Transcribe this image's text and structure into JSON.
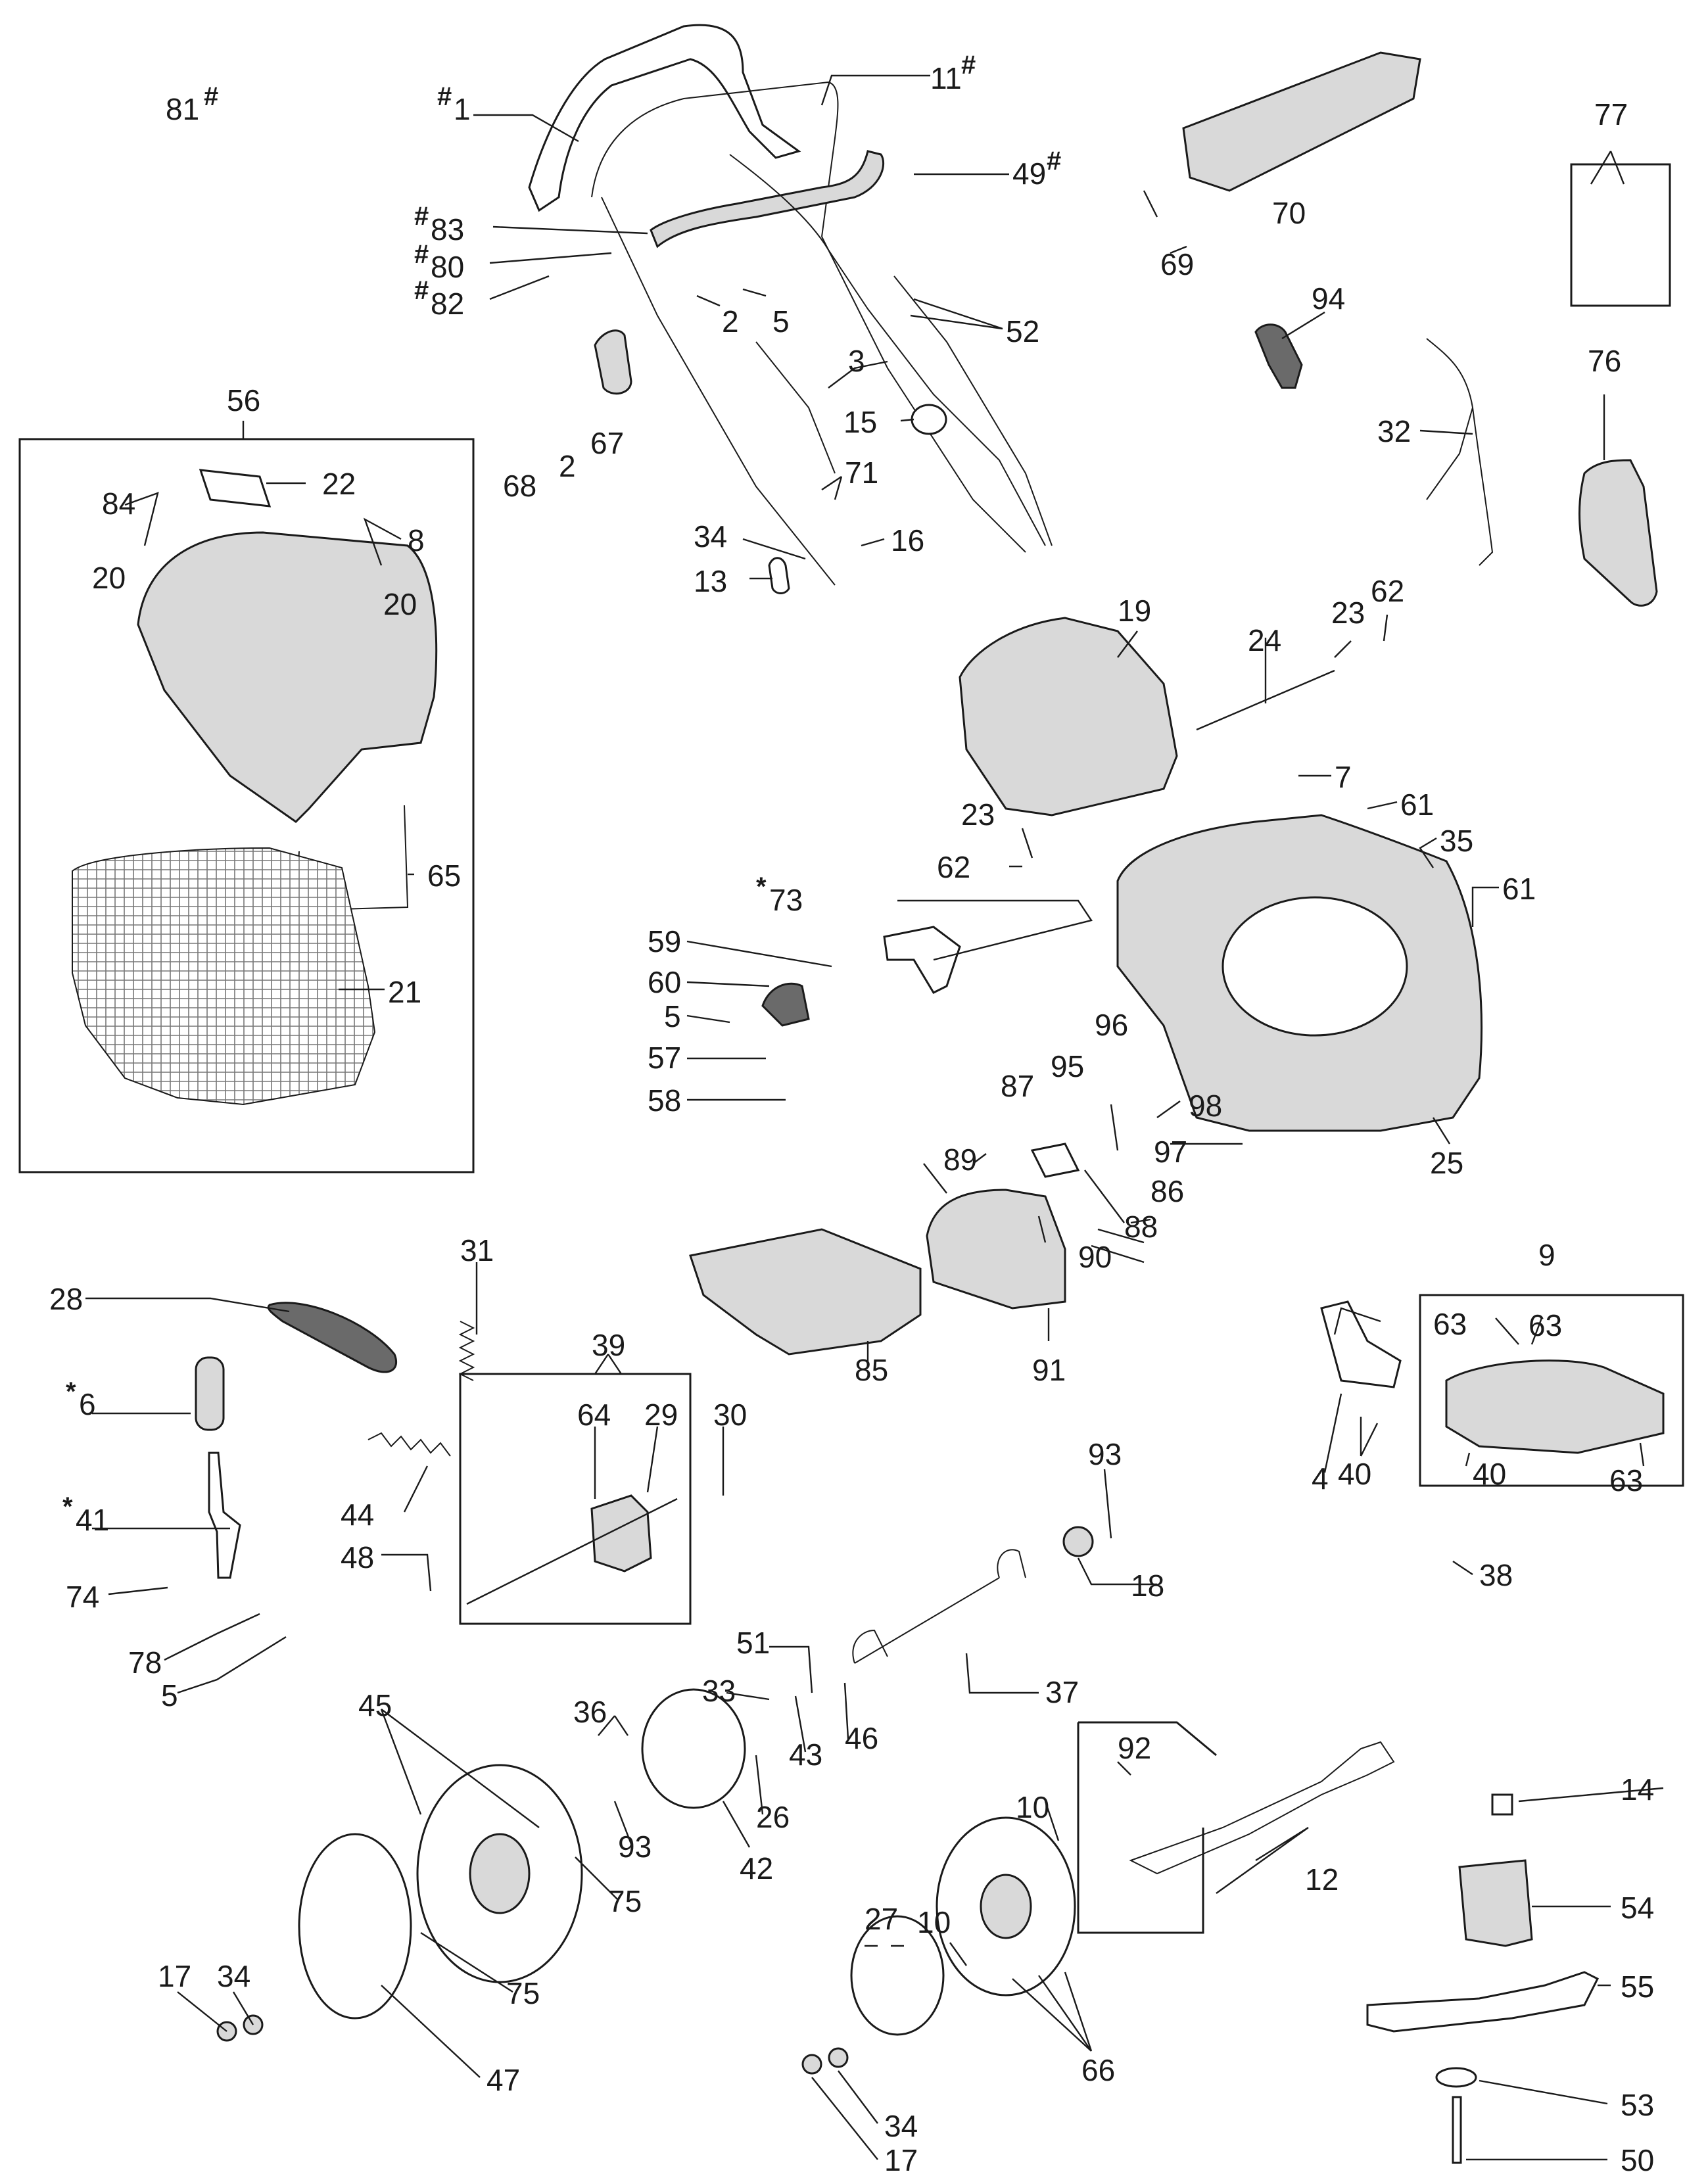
{
  "diagram": {
    "callouts": {
      "p81": "81",
      "p1": "1",
      "p11": "11",
      "p49": "49",
      "p83": "83",
      "p80": "80",
      "p82": "82",
      "p2a": "2",
      "p5a": "5",
      "p52": "52",
      "p3": "3",
      "p68": "68",
      "p2b": "2",
      "p67": "67",
      "p15": "15",
      "p71": "71",
      "p34a": "34",
      "p16": "16",
      "p13": "13",
      "p70": "70",
      "p69": "69",
      "p77": "77",
      "p94": "94",
      "p76": "76",
      "p32": "32",
      "p56": "56",
      "p22": "22",
      "p84": "84",
      "p8": "8",
      "p20a": "20",
      "p20b": "20",
      "p65": "65",
      "p21": "21",
      "p19": "19",
      "p24": "24",
      "p23a": "23",
      "p62a": "62",
      "p7": "7",
      "p61a": "61",
      "p23b": "23",
      "p62b": "62",
      "p35": "35",
      "p61b": "61",
      "p73": "73",
      "p59": "59",
      "p60": "60",
      "p5b": "5",
      "p57": "57",
      "p58": "58",
      "p96": "96",
      "p95": "95",
      "p87": "87",
      "p98": "98",
      "p89": "89",
      "p97": "97",
      "p86": "86",
      "p88": "88",
      "p90": "90",
      "p25": "25",
      "p28": "28",
      "p31": "31",
      "p39": "39",
      "p6": "6",
      "p64": "64",
      "p29": "29",
      "p30": "30",
      "p85": "85",
      "p91": "91",
      "p9": "9",
      "p63a": "63",
      "p63b": "63",
      "p63c": "63",
      "p4": "4",
      "p40a": "40",
      "p40b": "40",
      "p44": "44",
      "p41": "41",
      "p48": "48",
      "p93a": "93",
      "p18": "18",
      "p74": "74",
      "p38": "38",
      "p78": "78",
      "p5c": "5",
      "p51": "51",
      "p33": "33",
      "p37": "37",
      "p45": "45",
      "p36": "36",
      "p46": "46",
      "p43": "43",
      "p26": "26",
      "p92": "92",
      "p93b": "93",
      "p42": "42",
      "p14": "14",
      "p75a": "75",
      "p10a": "10",
      "p12": "12",
      "p27": "27",
      "p10b": "10",
      "p54": "54",
      "p75b": "75",
      "p55": "55",
      "p17a": "17",
      "p34b": "34",
      "p47": "47",
      "p66": "66",
      "p53": "53",
      "p34c": "34",
      "p17b": "17",
      "p50": "50"
    },
    "marks": {
      "hash": "#",
      "star": "*"
    }
  },
  "colors": {
    "line": "#1a1a1a",
    "background": "#ffffff",
    "shade": "#d9d9d9",
    "dark_shade": "#6a6a6a"
  }
}
